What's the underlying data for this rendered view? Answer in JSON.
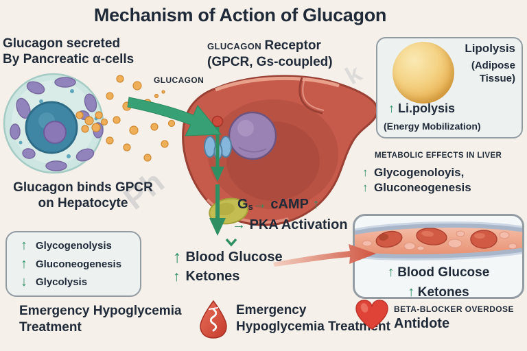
{
  "title": "Mechanism of Action of Glucagon",
  "secretion": {
    "line1": "Glucagon secreted",
    "line2": "By Pancreatic α-cells"
  },
  "glucagon_arrow_label": "GLUCAGON",
  "receptor": {
    "caps": "GLUCAGON",
    "rest": "Receptor",
    "line2": "(GPCR, Gs-coupled)"
  },
  "lipolysis_box": {
    "title": "Lipolysis",
    "tissue_line1": "(Adipose",
    "tissue_line2": "Tissue)",
    "effect_arrow": "↑",
    "effect_label": "Li.polysis",
    "note": "(Energy Mobilization)"
  },
  "metabolic": {
    "heading": "METABOLIC EFFECTS IN LIVER",
    "items": [
      {
        "arrow": "↑",
        "label": "Glycogenoloyis,"
      },
      {
        "arrow": "↑",
        "label": "Gluconeogenesis"
      }
    ]
  },
  "binds": {
    "line1": "Glucagon binds GPCR",
    "line2": "on Hepatocyte"
  },
  "liver_effects_box": {
    "items": [
      {
        "arrow": "↑",
        "label": "Glycogenolysis"
      },
      {
        "arrow": "↑",
        "label": "Gluconeogenesis"
      },
      {
        "arrow": "↓",
        "label": "Glycolysis"
      }
    ]
  },
  "signaling": {
    "g": "G",
    "g_sub": "s",
    "arrow1": "→",
    "camp": "cAMP",
    "camp_arrow": "↑",
    "arrow2": "→",
    "pka": "PKA Activation"
  },
  "outcome": {
    "items": [
      {
        "arrow": "↑",
        "label": "Blood Glucose"
      },
      {
        "arrow": "↑",
        "label": "Ketones"
      }
    ]
  },
  "vessel_box": {
    "items": [
      {
        "arrow": "↑",
        "label": "Blood Glucose"
      },
      {
        "arrow": "↑",
        "label": "Ketones"
      }
    ]
  },
  "uses": {
    "left_line1": "Emergency Hypoglycemia",
    "left_line2": "Treatment",
    "center_line1": "Emergency",
    "center_line2": "Hypoglycemia Treatment",
    "right_heading": "BETA-BLOCKER OVERDOSE",
    "right_label": "Antidote"
  },
  "watermarks": {
    "mark1": "Ph",
    "mark2": "k"
  },
  "colors": {
    "background": "#f5f1ea",
    "title_text": "#1f2937",
    "body_text": "#1f2937",
    "arrow_green": "#2e8f63",
    "box_border": "#939ca3",
    "box_fill": "#edf2f1"
  }
}
